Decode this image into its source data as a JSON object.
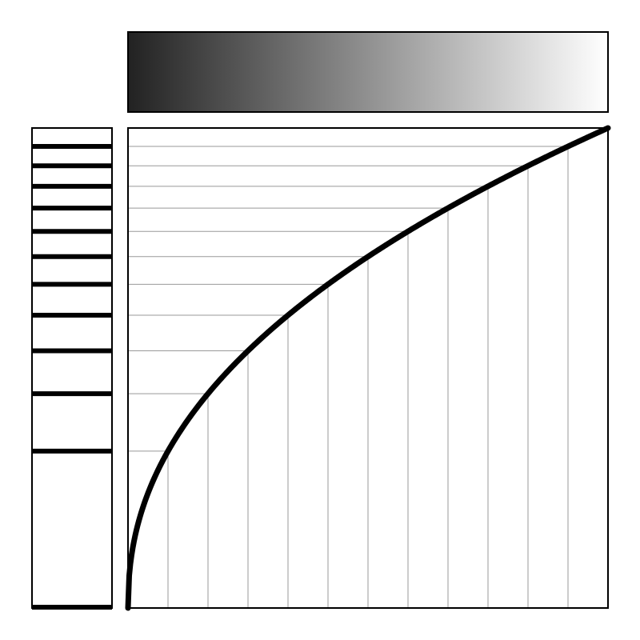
{
  "chart_data": {
    "type": "line",
    "title": "",
    "xlabel": "",
    "ylabel": "",
    "xlim": [
      0,
      1
    ],
    "ylim": [
      0,
      1
    ],
    "curve": "power",
    "gamma": 0.45,
    "grid": true,
    "grid_steps": 12,
    "series": [
      {
        "values_at_grid_x": [
          0,
          0.326,
          0.446,
          0.536,
          0.61,
          0.674,
          0.731,
          0.783,
          0.831,
          0.876,
          0.918,
          0.96,
          1.0
        ]
      }
    ],
    "gradient_bar": {
      "from": "#222222",
      "to": "#ffffff",
      "direction": "left-to-right"
    },
    "tick_strip": {
      "ticks": "y-grid-levels",
      "color": "#000000"
    }
  },
  "colors": {
    "curve": "#000000",
    "frame": "#000000",
    "grid": "#999999",
    "background": "#ffffff"
  }
}
